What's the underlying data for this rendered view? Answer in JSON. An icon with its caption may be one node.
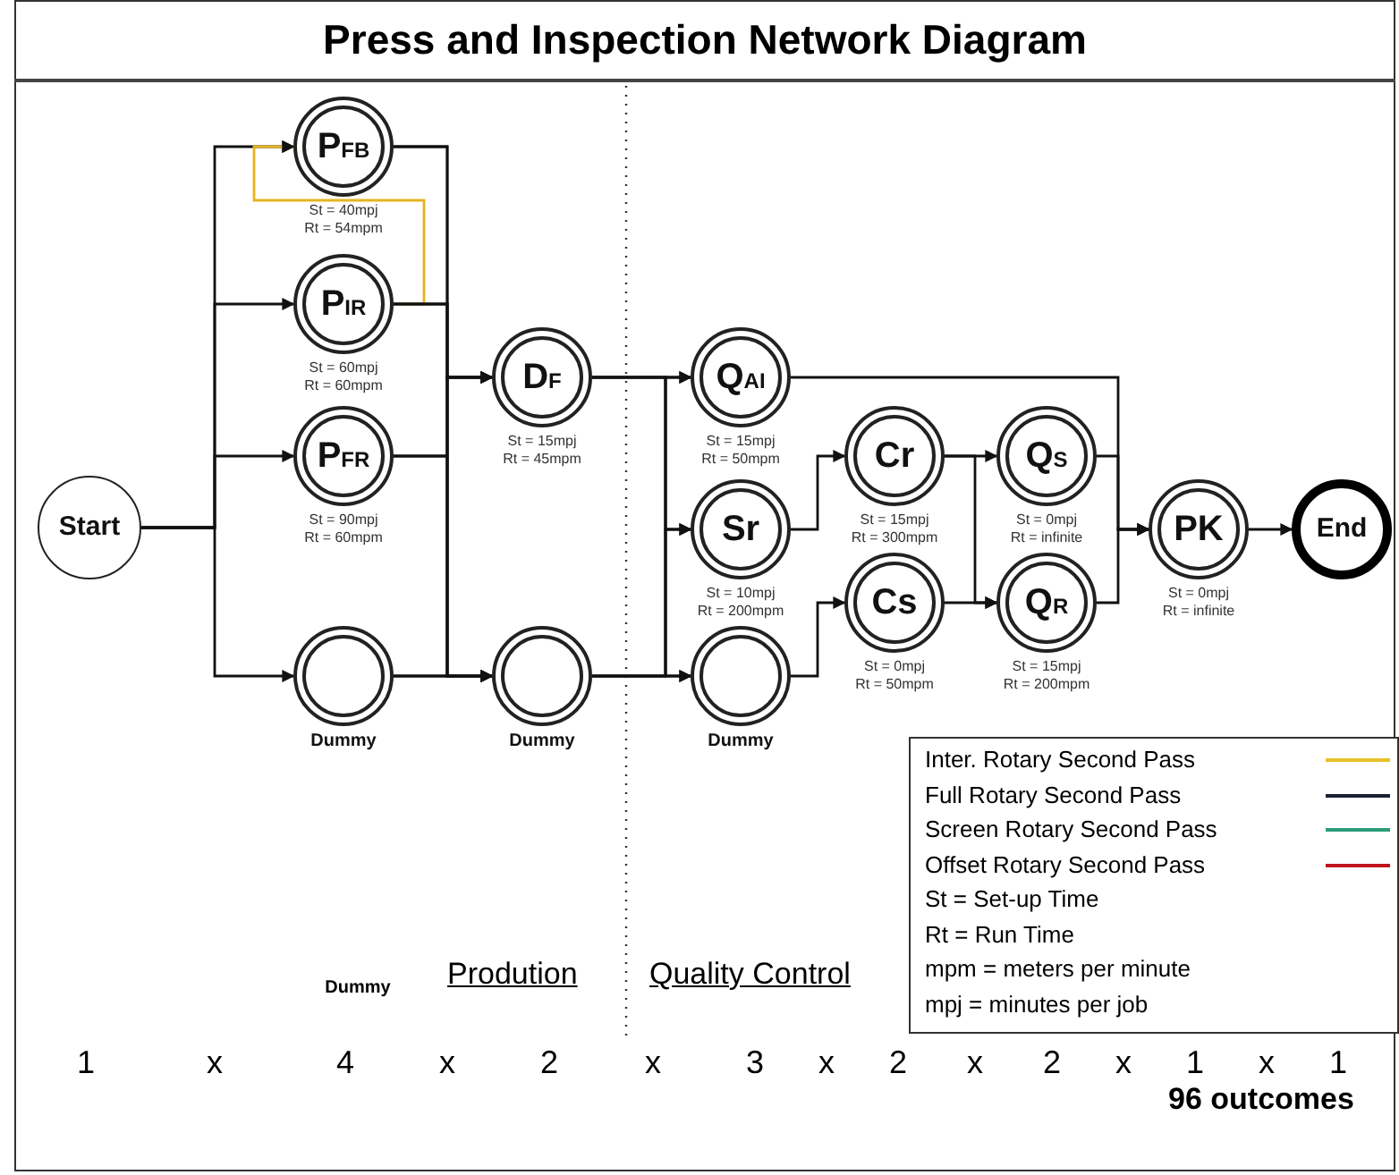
{
  "diagram": {
    "title": "Press and Inspection Network Diagram",
    "nodes": [
      {
        "text": [
          "Start"
        ]
      },
      {
        "text": [
          "P$_{FB}$"
        ],
        "beside": [
          "St = 40mpj",
          "Rt = 54mpm"
        ]
      },
      {
        "text": [
          "P$_{IR}$"
        ],
        "beside": [
          "St = 60mpj",
          "Rt = 60mpm"
        ]
      },
      {
        "text": [
          "P$_{FR}$"
        ],
        "beside": [
          "St = 90mpj",
          "Rt = 60mpm"
        ]
      },
      {
        "text": [
          "Dummy"
        ]
      },
      {
        "text": [
          "D$_{F}$"
        ],
        "beside": [
          "St = 15mpj",
          "Rt = 45mpm"
        ]
      },
      {
        "text": [
          "Dummy"
        ]
      },
      {
        "text": [
          "Q$_{AI}$"
        ],
        "beside": [
          "St = 15mpj",
          "Rt = 50mpm"
        ]
      },
      {
        "text": [
          "Sr"
        ],
        "beside": [
          "St = 10mpj",
          "Rt = 200mpm"
        ]
      },
      {
        "text": [
          "Dummy"
        ]
      },
      {
        "text": [
          "Cr"
        ],
        "beside": [
          "St = 15mpj",
          "Rt = 300mpm"
        ]
      },
      {
        "text": [
          "Cs"
        ],
        "beside": [
          "St = 0mpj",
          "Rt = 50mpm"
        ]
      },
      {
        "text": [
          "Q$_{S}$"
        ],
        "beside": [
          "St = 0mpj",
          "Rt = infinite"
        ]
      },
      {
        "text": [
          "Q$_{R}$"
        ],
        "beside": [
          "St = 15mpj",
          "Rt = 200mpm"
        ]
      },
      {
        "text": [
          "PK"
        ],
        "beside": [
          "St = 0mpj",
          "Rt = infinite"
        ]
      },
      {
        "text": [
          "End"
        ]
      }
    ],
    "edges": [
      {
        "from": 0,
        "to": 1,
        "arrow": "to"
      },
      {
        "from": 0,
        "to": 2,
        "arrow": "to"
      },
      {
        "from": 0,
        "to": 3,
        "arrow": "to"
      },
      {
        "from": 0,
        "to": 4,
        "arrow": "to"
      },
      {
        "from": 2,
        "to": 1,
        "arrow": "to",
        "color": "#e6b422"
      },
      {
        "from": 1,
        "to": 5,
        "arrow": "to"
      },
      {
        "from": 2,
        "to": 5,
        "arrow": "to"
      },
      {
        "from": 3,
        "to": 5,
        "arrow": "to"
      },
      {
        "from": 4,
        "to": 5,
        "arrow": "to"
      },
      {
        "from": 1,
        "to": 6,
        "arrow": "to"
      },
      {
        "from": 2,
        "to": 6,
        "arrow": "to"
      },
      {
        "from": 3,
        "to": 6,
        "arrow": "to"
      },
      {
        "from": 4,
        "to": 6,
        "arrow": "to"
      },
      {
        "from": 5,
        "to": 7,
        "arrow": "to"
      },
      {
        "from": 5,
        "to": 8,
        "arrow": "to"
      },
      {
        "from": 5,
        "to": 9,
        "arrow": "to"
      },
      {
        "from": 6,
        "to": 7,
        "arrow": "to"
      },
      {
        "from": 6,
        "to": 8,
        "arrow": "to"
      },
      {
        "from": 6,
        "to": 9,
        "arrow": "to"
      },
      {
        "from": 7,
        "to": 14,
        "arrow": "to"
      },
      {
        "from": 8,
        "to": 10,
        "arrow": "to"
      },
      {
        "from": 9,
        "to": 11,
        "arrow": "to"
      },
      {
        "from": 10,
        "to": 12,
        "arrow": "to"
      },
      {
        "from": 10,
        "to": 13,
        "arrow": "to"
      },
      {
        "from": 11,
        "to": 13,
        "arrow": "to"
      },
      {
        "from": 12,
        "to": 14,
        "arrow": "to"
      },
      {
        "from": 13,
        "to": 14,
        "arrow": "to"
      },
      {
        "from": 14,
        "to": 15,
        "arrow": "to"
      }
    ],
    "labels": [
      "Dummy",
      "Prodution",
      "Quality Control",
      "1",
      "x",
      "4",
      "x",
      "2",
      "x",
      "3",
      "x",
      "2",
      "x",
      "2",
      "x",
      "1",
      "x",
      "1",
      "96 outcomes"
    ],
    "legend": [
      {
        "text": "Inter. Rotary Second Pass",
        "color": "#e6c229"
      },
      {
        "text": "Full Rotary Second Pass",
        "color": "#1a2233"
      },
      {
        "text": "Screen Rotary Second Pass",
        "color": "#2a9d7a"
      },
      {
        "text": "Offset Rotary Second Pass",
        "color": "#c0141e"
      },
      {
        "text": "St = Set-up Time"
      },
      {
        "text": "Rt = Run Time"
      },
      {
        "text": "mpm = meters per minute"
      },
      {
        "text": "mpj = minutes per job"
      }
    ]
  }
}
